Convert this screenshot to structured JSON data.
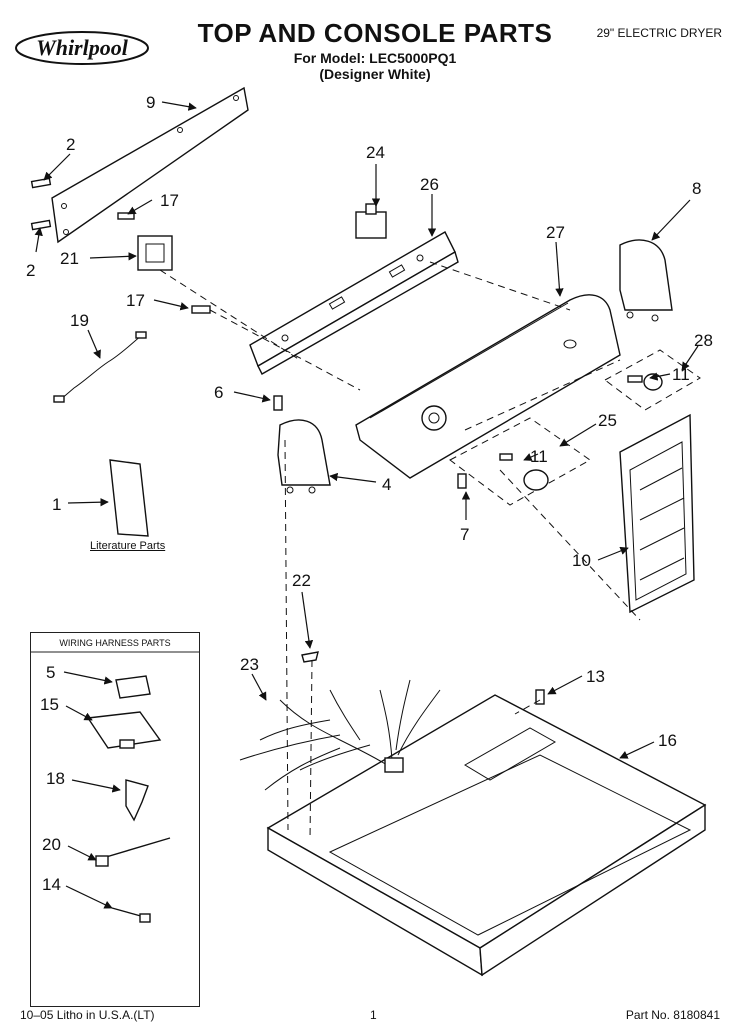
{
  "header": {
    "brand": "Whirlpool",
    "title": "TOP AND CONSOLE PARTS",
    "model": "For Model: LEC5000PQ1",
    "color": "(Designer White)",
    "product": "29\" ELECTRIC DRYER"
  },
  "footer": {
    "litho": "10–05 Litho in U.S.A.(LT)",
    "page": "1",
    "part_no": "Part No. 8180841"
  },
  "labels": {
    "literature": "Literature Parts",
    "wiring_harness": "WIRING HARNESS PARTS"
  },
  "callouts": {
    "c1": "1",
    "c2a": "2",
    "c2b": "2",
    "c4": "4",
    "c5": "5",
    "c6": "6",
    "c7": "7",
    "c8": "8",
    "c9": "9",
    "c10": "10",
    "c11a": "11",
    "c11b": "11",
    "c13": "13",
    "c14": "14",
    "c15": "15",
    "c16": "16",
    "c17a": "17",
    "c17b": "17",
    "c18": "18",
    "c19": "19",
    "c20": "20",
    "c21": "21",
    "c22": "22",
    "c23": "23",
    "c24": "24",
    "c25": "25",
    "c26": "26",
    "c27": "27",
    "c28": "28"
  }
}
